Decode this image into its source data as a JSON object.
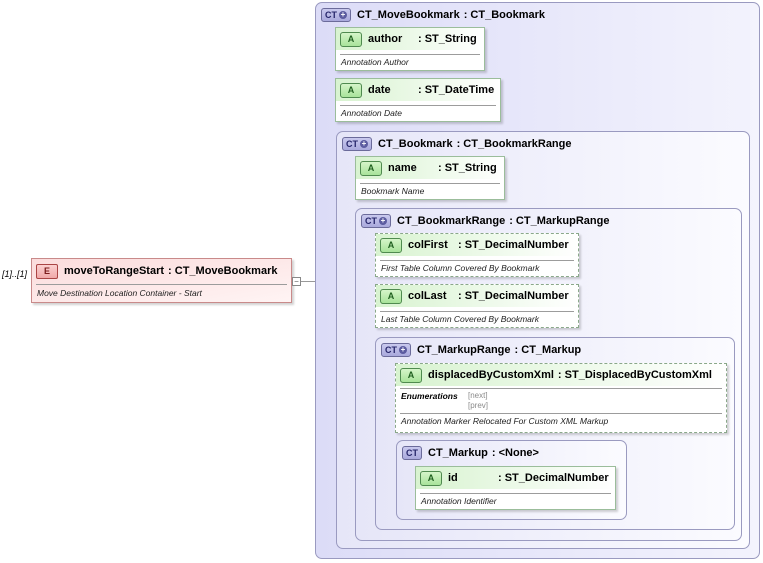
{
  "root": {
    "multiplicity": "[1]..[1]",
    "badge": "E",
    "name": "moveToRangeStart",
    "type": ": CT_MoveBookmark",
    "doc": "Move Destination Location Container - Start",
    "collapse_symbol": "−"
  },
  "ct_movebookmark": {
    "badge": "CT",
    "name": "CT_MoveBookmark",
    "base": ": CT_Bookmark"
  },
  "attr_author": {
    "badge": "A",
    "name": "author",
    "type": ": ST_String",
    "doc": "Annotation Author"
  },
  "attr_date": {
    "badge": "A",
    "name": "date",
    "type": ": ST_DateTime",
    "doc": "Annotation Date"
  },
  "ct_bookmark": {
    "badge": "CT",
    "name": "CT_Bookmark",
    "base": ": CT_BookmarkRange"
  },
  "attr_name": {
    "badge": "A",
    "name": "name",
    "type": ": ST_String",
    "doc": "Bookmark Name"
  },
  "ct_bookmarkrange": {
    "badge": "CT",
    "name": "CT_BookmarkRange",
    "base": ": CT_MarkupRange"
  },
  "attr_colfirst": {
    "badge": "A",
    "name": "colFirst",
    "type": ": ST_DecimalNumber",
    "doc": "First Table Column Covered By Bookmark"
  },
  "attr_collast": {
    "badge": "A",
    "name": "colLast",
    "type": ": ST_DecimalNumber",
    "doc": "Last Table Column Covered By Bookmark"
  },
  "ct_markuprange": {
    "badge": "CT",
    "name": "CT_MarkupRange",
    "base": ": CT_Markup"
  },
  "attr_displaced": {
    "badge": "A",
    "name": "displacedByCustomXml",
    "type": ": ST_DisplacedByCustomXml",
    "enum_label": "Enumerations",
    "enum_values": [
      "[next]",
      "[prev]"
    ],
    "doc": "Annotation Marker Relocated For Custom XML Markup"
  },
  "ct_markup": {
    "badge": "CT",
    "name": "CT_Markup",
    "base": ": <None>"
  },
  "attr_id": {
    "badge": "A",
    "name": "id",
    "type": ": ST_DecimalNumber",
    "doc": "Annotation Identifier"
  }
}
